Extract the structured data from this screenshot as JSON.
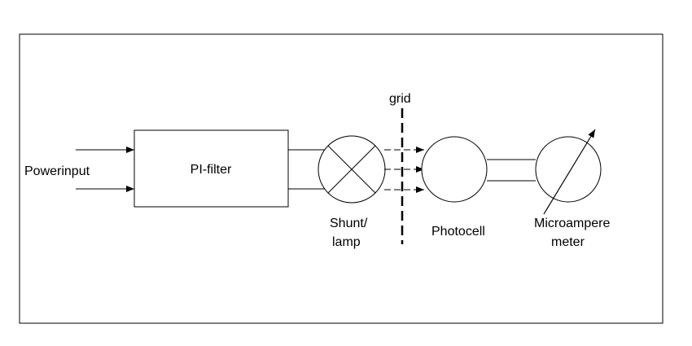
{
  "labels": {
    "power_input": "Powerinput",
    "pi_filter": "PI-filter",
    "grid": "grid",
    "shunt_lamp_line1": "Shunt/",
    "shunt_lamp_line2": "lamp",
    "photocell": "Photocell",
    "meter_line1": "Microampere",
    "meter_line2": "meter"
  },
  "colors": {
    "stroke": "#000000",
    "background": "#ffffff"
  }
}
